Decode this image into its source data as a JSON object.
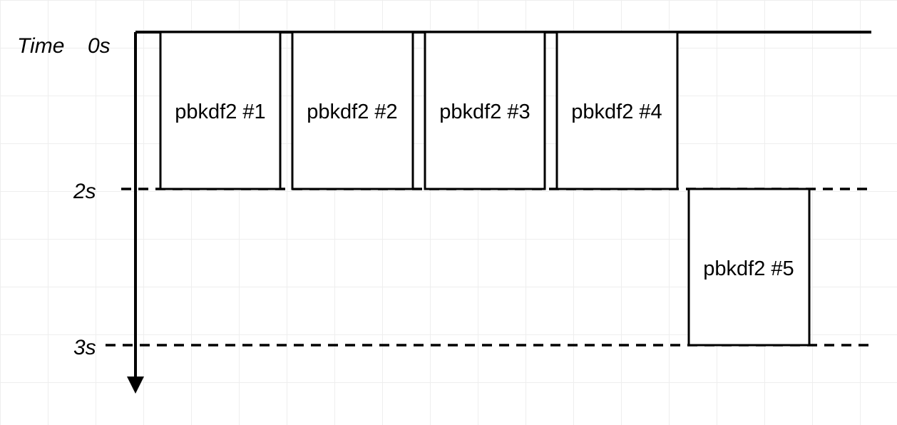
{
  "axis": {
    "title": "Time",
    "marks": [
      "0s",
      "2s",
      "3s"
    ]
  },
  "processes": [
    {
      "label": "pbkdf2 #1",
      "start": 0,
      "end": 2
    },
    {
      "label": "pbkdf2 #2",
      "start": 0,
      "end": 2
    },
    {
      "label": "pbkdf2 #3",
      "start": 0,
      "end": 2
    },
    {
      "label": "pbkdf2 #4",
      "start": 0,
      "end": 2
    },
    {
      "label": "pbkdf2 #5",
      "start": 2,
      "end": 3
    }
  ],
  "colors": {
    "stroke": "#000000",
    "grid": "#eeeeee",
    "background": "#ffffff"
  }
}
